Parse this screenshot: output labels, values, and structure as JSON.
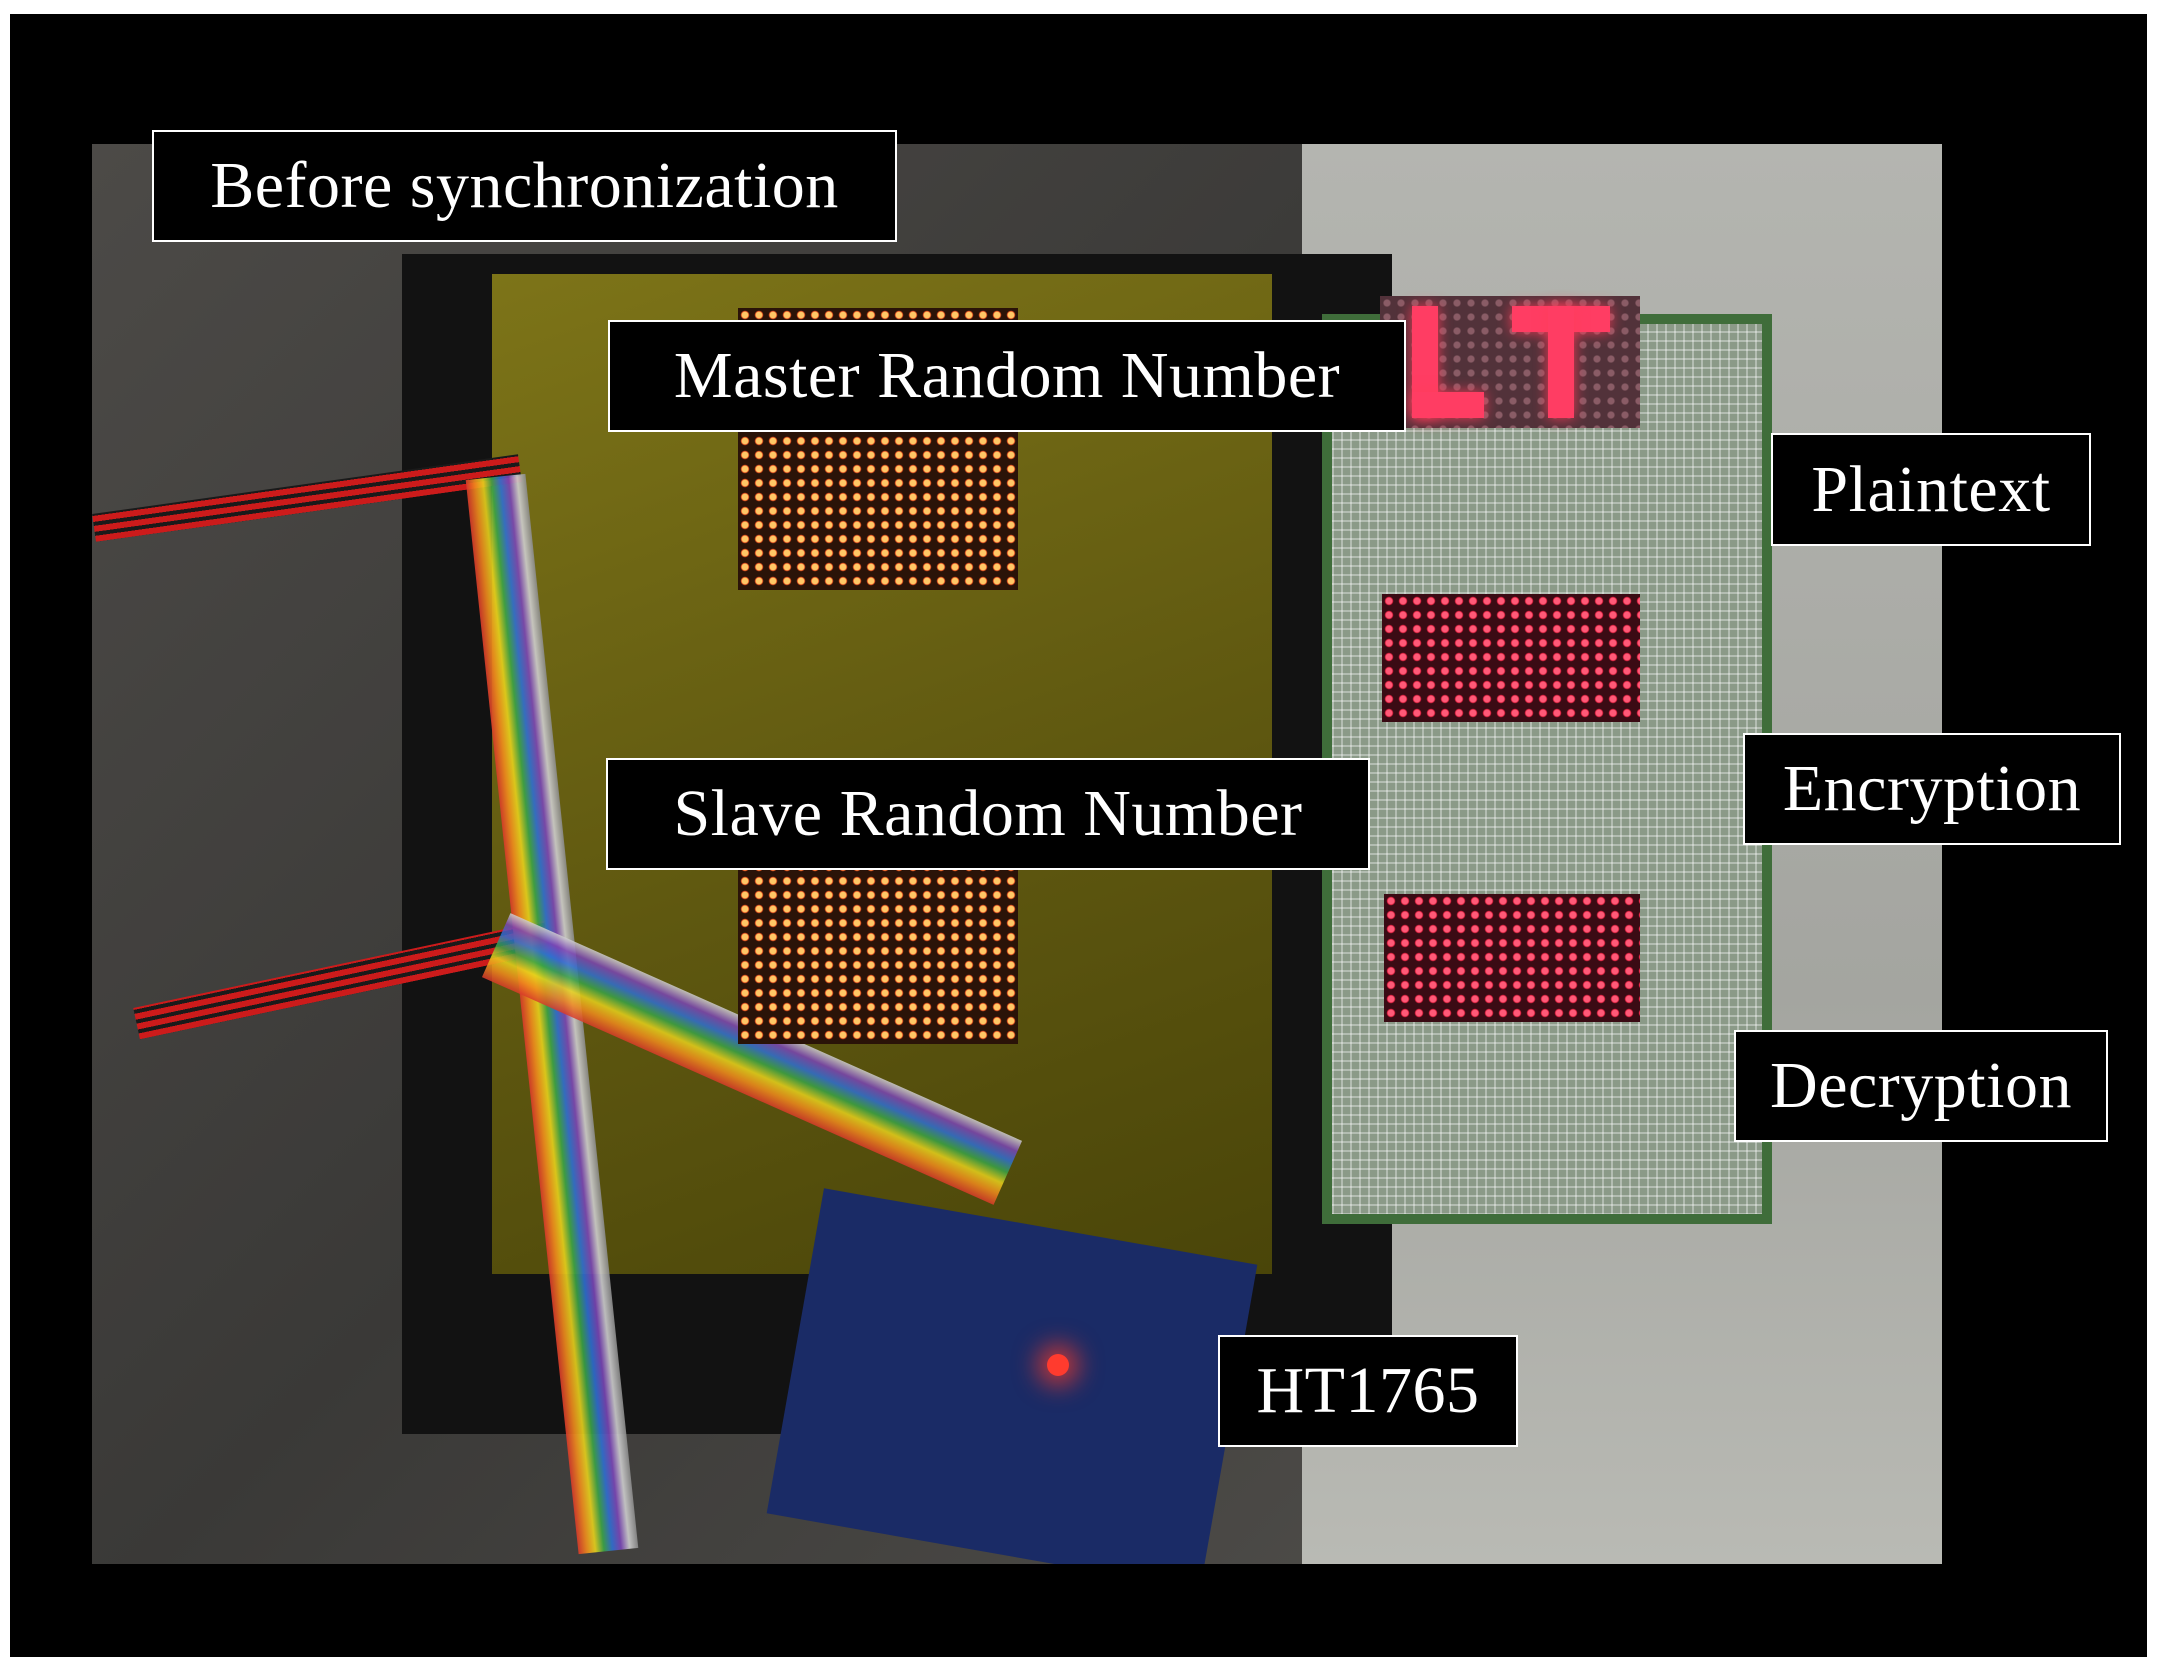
{
  "labels": {
    "before": "Before synchronization",
    "master": "Master Random Number",
    "slave": "Slave Random Number",
    "plaintext": "Plaintext",
    "encryption": "Encryption",
    "decryption": "Decryption",
    "controller": "HT1765"
  },
  "colors": {
    "background": "#000000",
    "label_text": "#ffffff",
    "led_warm": "#ffc766",
    "led_red": "#ff3a5a",
    "pcb_yellow": "#7d7418",
    "perfboard_green": "#3f6d3a",
    "controller_blue": "#1a2b66"
  }
}
